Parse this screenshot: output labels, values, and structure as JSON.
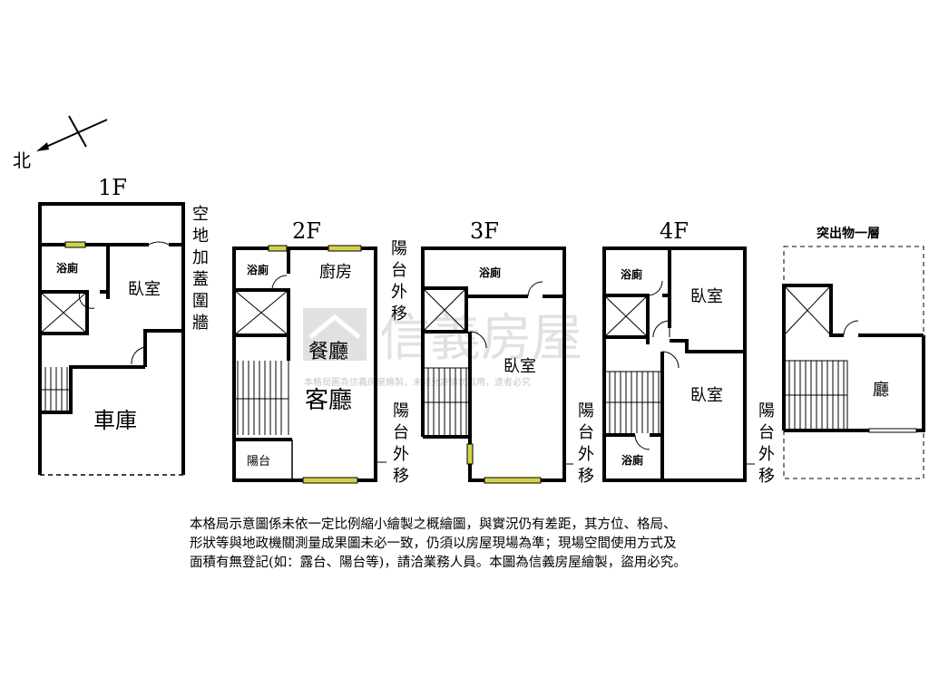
{
  "compass": {
    "label": "北"
  },
  "floors": {
    "f1": {
      "title": "1F",
      "side_note": [
        "空",
        "地",
        "加",
        "蓋",
        "圍",
        "牆"
      ],
      "rooms": {
        "bath": "浴廁",
        "bedroom": "臥室",
        "garage": "車庫"
      }
    },
    "f2": {
      "title": "2F",
      "rooms": {
        "bath": "浴廁",
        "kitchen": "廚房",
        "dining": "餐廳",
        "living": "客廳",
        "balcony": "陽台"
      },
      "balcony_note_top": [
        "陽",
        "台",
        "外",
        "移"
      ],
      "balcony_note_bottom": [
        "陽",
        "台",
        "外",
        "移"
      ]
    },
    "f3": {
      "title": "3F",
      "rooms": {
        "bath": "浴廁",
        "bedroom": "臥室"
      },
      "balcony_note": [
        "陽",
        "台",
        "外",
        "移"
      ]
    },
    "f4": {
      "title": "4F",
      "rooms": {
        "bath_top": "浴廁",
        "bedroom_top": "臥室",
        "bedroom_bottom": "臥室",
        "bath_bottom": "浴廁"
      },
      "balcony_note": [
        "陽",
        "台",
        "外",
        "移"
      ]
    },
    "roof": {
      "title": "突出物一層",
      "rooms": {
        "hall": "廳"
      }
    }
  },
  "watermark": {
    "brand": "信義房屋",
    "notice": "本格局圖為信義房屋繪製，未經允許請勿盜用，違者必究"
  },
  "disclaimer": [
    "本格局示意圖係未依一定比例縮小繪製之概繪圖，與實況仍有差距，其方位、格局、",
    "形狀等與地政機關測量成果圖未必一致，仍須以房屋現場為準；現場空間使用方式及",
    "面積有無登記(如：露台、陽台等)，請洽業務人員。本圖為信義房屋繪製，盜用必究。"
  ],
  "colors": {
    "wall": "#000000",
    "window": "#d4d24a",
    "watermark": "#c9c9c9"
  }
}
